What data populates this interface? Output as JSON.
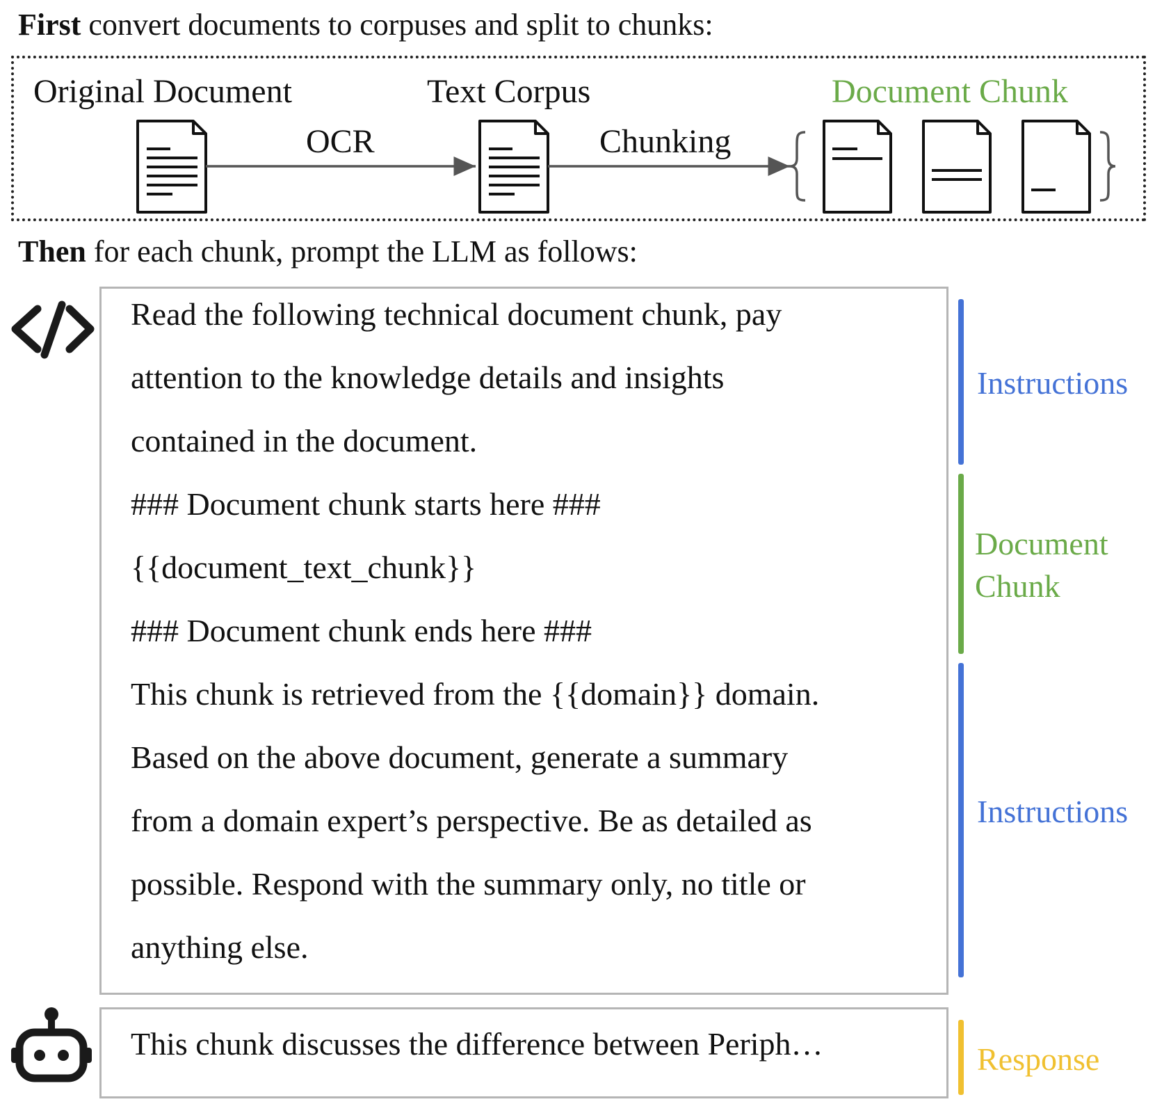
{
  "step1": {
    "bold": "First",
    "rest": " convert documents to corpuses and split to chunks:"
  },
  "pipeline": {
    "original_document": "Original Document",
    "text_corpus": "Text Corpus",
    "document_chunk": "Document Chunk",
    "ocr": "OCR",
    "chunking": "Chunking"
  },
  "step2": {
    "bold": "Then",
    "rest": " for each chunk, prompt the LLM as follows:"
  },
  "prompt": {
    "lines": [
      "Read the following technical document chunk, pay",
      "attention to the knowledge details and insights",
      "contained in the document.",
      "### Document chunk starts here ###",
      "{{document_text_chunk}}",
      "### Document chunk ends here ###",
      "This chunk is retrieved from the {{domain}} domain.",
      "Based on the above document, generate a summary",
      "from a domain expert’s perspective. Be as detailed as",
      "possible. Respond with the summary only, no title or",
      "anything else."
    ]
  },
  "response": {
    "text": "This chunk discusses the difference between Periph…"
  },
  "side_labels": {
    "instructions_1": "Instructions",
    "document_chunk_line1": "Document",
    "document_chunk_line2": "Chunk",
    "instructions_2": "Instructions",
    "response": "Response"
  },
  "icons": {
    "prompt": "code-icon",
    "response": "robot-icon"
  },
  "colors": {
    "instructions": "#4472d6",
    "document_chunk": "#6aaa48",
    "response": "#f0c030",
    "box_border": "#b5b5b5"
  }
}
